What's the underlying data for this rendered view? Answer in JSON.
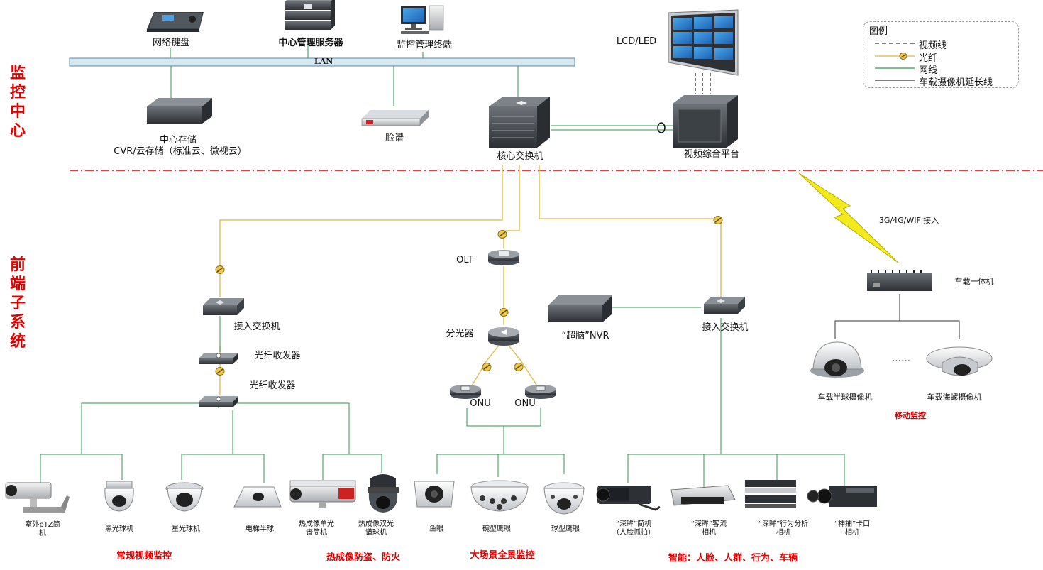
{
  "sections": {
    "control_center": "监控中心",
    "front_end": "前端子系统"
  },
  "lan_label": "LAN",
  "devices": {
    "network_keyboard": "网络键盘",
    "central_server": "中心管理服务器",
    "monitor_terminal": "监控管理终端",
    "lcd_led": "LCD/LED",
    "central_storage": "中心存储",
    "cvr_cloud": "CVR/云存储（标准云、微视云）",
    "face_lib": "脸谱",
    "core_switch": "核心交换机",
    "video_platform": "视频综合平台",
    "access_switch_left": "接入交换机",
    "fiber_transceiver_1": "光纤收发器",
    "fiber_transceiver_2": "光纤收发器",
    "olt": "OLT",
    "splitter": "分光器",
    "onu_1": "ONU",
    "onu_2": "ONU",
    "nvr": "“超脑”NVR",
    "access_switch_right": "接入交换机",
    "wireless": "3G/4G/WIFI接入",
    "vehicle_unit": "车载一体机",
    "vehicle_dome": "车载半球摄像机",
    "vehicle_conch": "车载海螺摄像机",
    "ellipsis": "……"
  },
  "cameras": [
    {
      "id": "ptz",
      "label": "室外pTZ简\n机"
    },
    {
      "id": "blacklight",
      "label": "黑光球机"
    },
    {
      "id": "starlight",
      "label": "星光球机"
    },
    {
      "id": "elevator",
      "label": "电梯半球"
    },
    {
      "id": "thermal_single",
      "label": "热成像单光\n谱简机"
    },
    {
      "id": "thermal_dual",
      "label": "热成像双光\n谱球机"
    },
    {
      "id": "fisheye",
      "label": "鱼眼"
    },
    {
      "id": "bowl_eagle",
      "label": "碗型鹰眼"
    },
    {
      "id": "ball_eagle",
      "label": "球型鹰眼"
    },
    {
      "id": "deep_bullet",
      "label": "“深眸”简机\n（人脸抓拍）"
    },
    {
      "id": "deep_flow",
      "label": "“深眸”客流\n相机"
    },
    {
      "id": "deep_behavior",
      "label": "“深眸”行为分析\n相机"
    },
    {
      "id": "shenbu",
      "label": "“神捕”卡口\n相机"
    }
  ],
  "groups": {
    "regular": "常规视频监控",
    "thermal": "热成像防盗、防火",
    "panorama": "大场景全景监控",
    "smart": "智能：人脸、人群、行为、车辆",
    "mobile": "移动监控"
  },
  "legend": {
    "title": "图例",
    "items": [
      {
        "label": "视频线",
        "style": "dashed"
      },
      {
        "label": "光纤",
        "style": "fiber"
      },
      {
        "label": "网线",
        "style": "green"
      },
      {
        "label": "车载摄像机延长线",
        "style": "dark"
      }
    ]
  },
  "colors": {
    "section_red": "#e00000",
    "network_green": "#2e9b4e",
    "fiber_yellow": "#e3c25a",
    "lan_bar": "#cfe3ee",
    "lightning": "#f2ea1a"
  }
}
